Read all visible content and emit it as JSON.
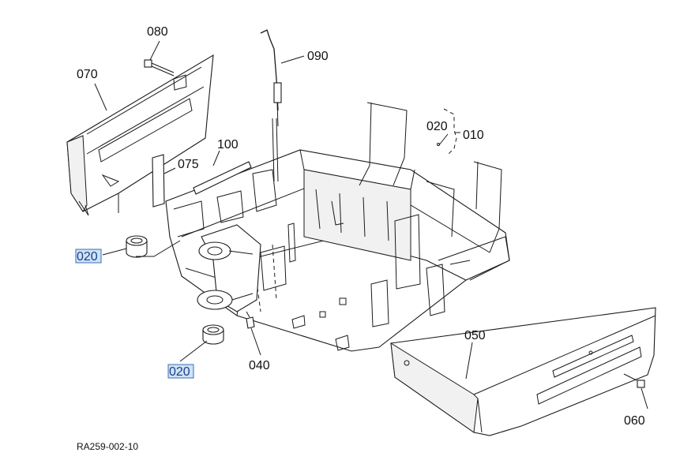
{
  "callouts": {
    "c080": "080",
    "c070": "070",
    "c090": "090",
    "c020_top": "020",
    "c010": "010",
    "c100": "100",
    "c075": "075",
    "c020_left": "020",
    "c020_bottom": "020",
    "c040": "040",
    "c050": "050",
    "c060": "060"
  },
  "reference_code": "RA259-002-10",
  "colors": {
    "highlight_fill": "#cfe3f7",
    "highlight_border": "#3a6fb0",
    "highlight_text": "#1c3f8a",
    "line": "#1a1a1a"
  }
}
